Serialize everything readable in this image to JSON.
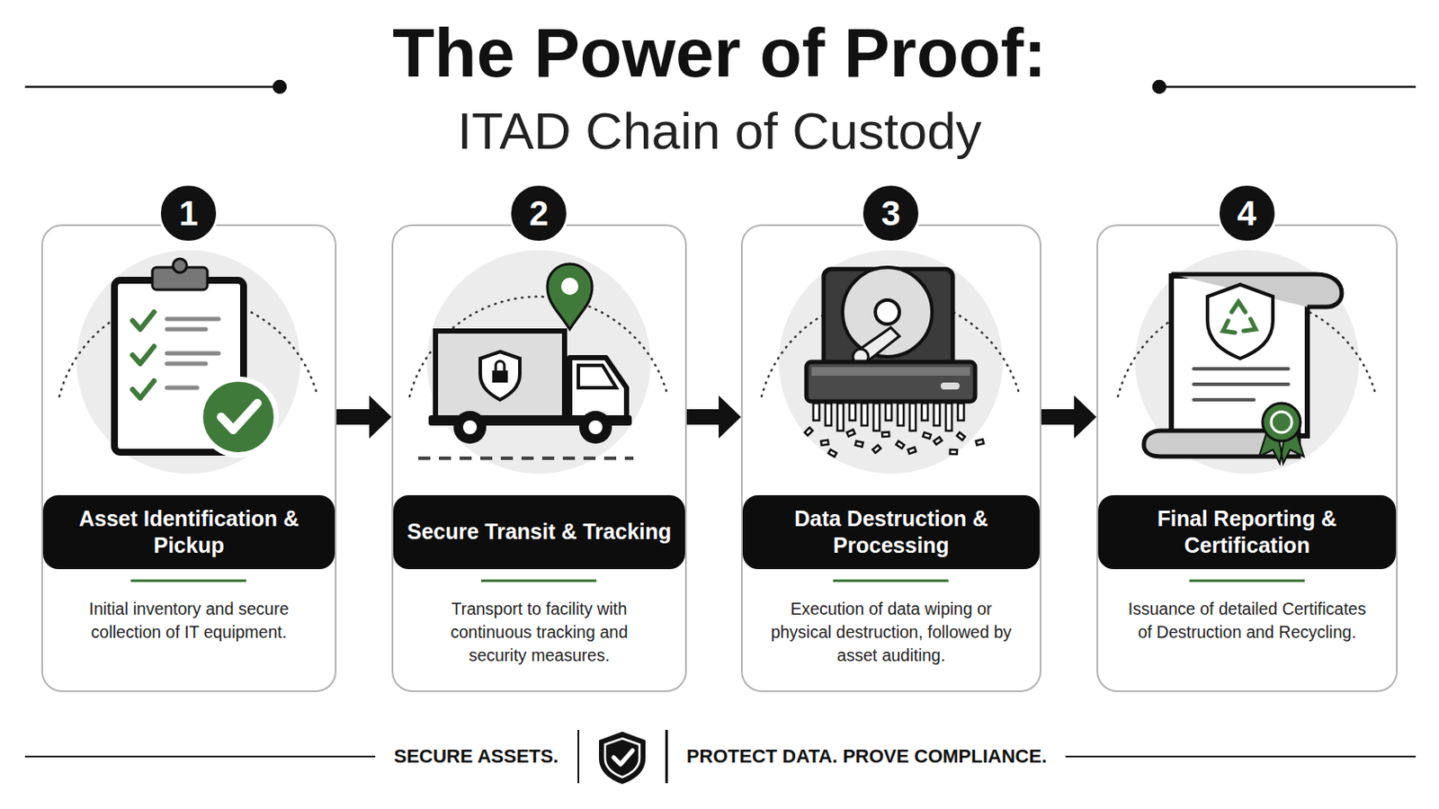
{
  "diagram": {
    "title": "The Power of Proof:",
    "nodes": [
      {
        "text": [
          "Initial inventory and secure collection of IT equipment."
        ]
      },
      {
        "text": [
          "1"
        ],
        "in": 0
      },
      {
        "text": [
          "Asset Identification & Pickup"
        ],
        "in": 0
      },
      {
        "text": [
          "Transport to facility with continuous tracking and security measures."
        ]
      },
      {
        "text": [
          "2"
        ],
        "in": 3
      },
      {
        "text": [
          "Secure Transit & Tracking"
        ],
        "in": 3
      },
      {
        "text": [
          "Execution of data wiping or physical destruction, followed by asset auditing."
        ]
      },
      {
        "text": [
          "3"
        ],
        "in": 6
      },
      {
        "text": [
          "Data Destruction & Processing"
        ],
        "in": 6
      },
      {
        "text": [
          "Issuance of detailed Certificates of Destruction and Recycling."
        ]
      },
      {
        "text": [
          "4"
        ],
        "in": 9
      },
      {
        "text": [
          "Final Reporting & Certification"
        ],
        "in": 9
      }
    ],
    "edges": [
      {
        "from": 0,
        "to": 3,
        "arrow": "to"
      },
      {
        "from": 3,
        "to": 6,
        "arrow": "to"
      },
      {
        "from": 6,
        "to": 9,
        "arrow": "to"
      }
    ],
    "labels": [
      "ITAD Chain of Custody",
      "SECURE ASSETS.",
      "PROTECT DATA. PROVE COMPLIANCE."
    ]
  }
}
